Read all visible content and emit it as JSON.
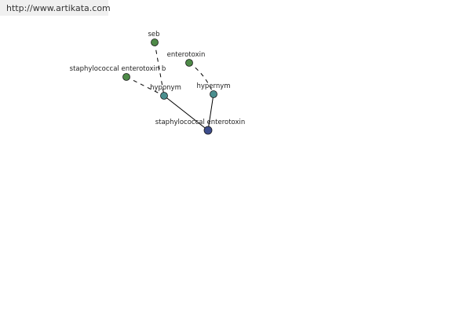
{
  "site": {
    "url_text": "http://www.artikata.com"
  },
  "colors": {
    "leaf_node": "#4e8a48",
    "relation_node": "#4a8e8e",
    "center_node": "#3d4d8c",
    "edge": "#000000"
  },
  "graph": {
    "nodes": {
      "seb": {
        "label": "seb",
        "kind": "leaf"
      },
      "enterotoxin": {
        "label": "enterotoxin",
        "kind": "leaf"
      },
      "staph_b": {
        "label": "staphylococcal enterotoxin b",
        "kind": "leaf"
      },
      "hyponym": {
        "label": "hyponym",
        "kind": "relation"
      },
      "hypernym": {
        "label": "hypernym",
        "kind": "relation"
      },
      "center": {
        "label": "staphylococcal enterotoxin",
        "kind": "center"
      }
    },
    "edges": [
      {
        "from": "seb",
        "to": "hyponym",
        "style": "dashed"
      },
      {
        "from": "staph_b",
        "to": "hyponym",
        "style": "dashed"
      },
      {
        "from": "enterotoxin",
        "to": "hypernym",
        "style": "dashed"
      },
      {
        "from": "hyponym",
        "to": "center",
        "style": "solid"
      },
      {
        "from": "hypernym",
        "to": "center",
        "style": "solid"
      }
    ]
  }
}
